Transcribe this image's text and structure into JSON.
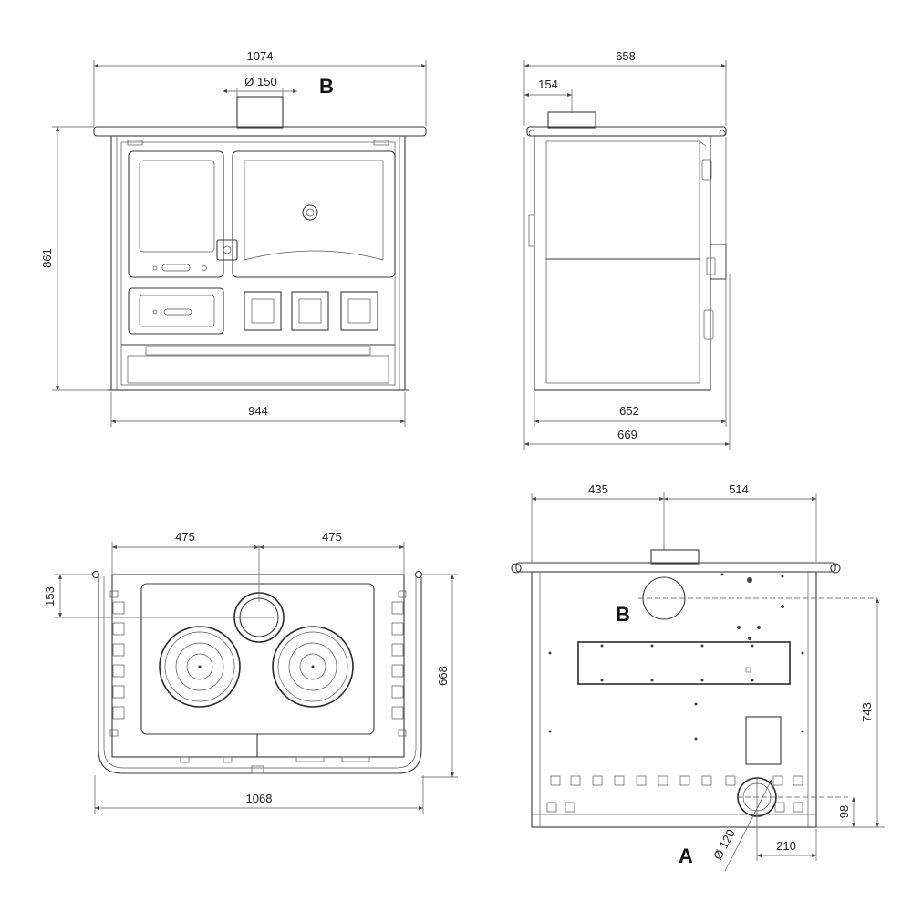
{
  "front_view": {
    "dim_overall_width": "1074",
    "dim_flue_diameter": "Ø 150",
    "label_flue_outlet": "B",
    "dim_height": "861",
    "dim_body_width": "944"
  },
  "side_view": {
    "dim_overall_depth": "658",
    "dim_flue_offset": "154",
    "dim_body_depth": "652",
    "dim_total_depth": "669"
  },
  "top_view": {
    "dim_left_half": "475",
    "dim_right_half": "475",
    "dim_flue_offset_front": "153",
    "dim_depth": "668",
    "dim_width": "1068"
  },
  "rear_view": {
    "dim_left_to_flue": "435",
    "dim_flue_to_right": "514",
    "label_flue_outlet": "B",
    "dim_flue_height": "743",
    "dim_air_intake_height": "98",
    "dim_air_intake_diameter": "Ø 120",
    "dim_air_intake_offset": "210",
    "label_air_intake": "A"
  }
}
